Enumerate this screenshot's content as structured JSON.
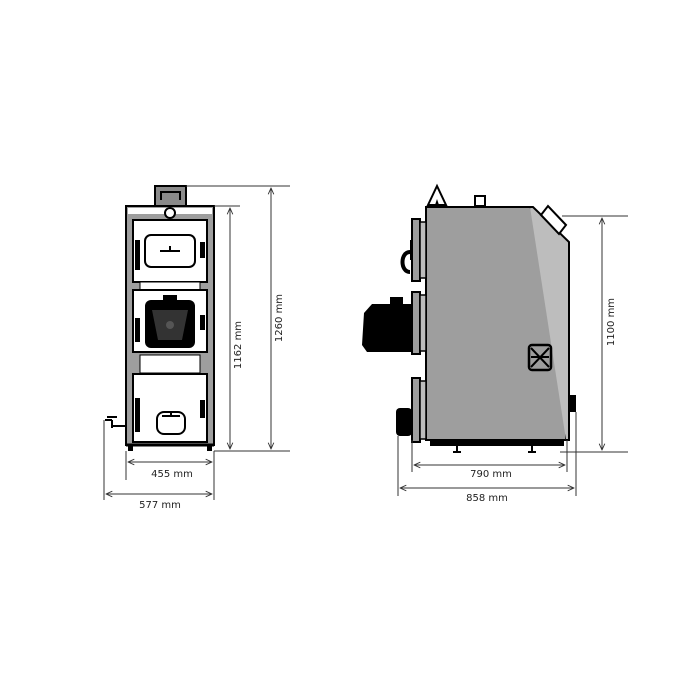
{
  "diagram": {
    "type": "technical-dimension-drawing",
    "subject": "boiler",
    "views": [
      {
        "name": "front-view",
        "dimensions": {
          "height_body": "1162 mm",
          "height_total": "1260 mm",
          "width_body": "455 mm",
          "width_total": "577 mm"
        }
      },
      {
        "name": "side-view",
        "dimensions": {
          "height": "1100 mm",
          "depth_body": "790 mm",
          "depth_total": "858 mm"
        }
      }
    ]
  },
  "labels": {
    "front_height_body": "1162 mm",
    "front_height_total": "1260 mm",
    "front_width_body": "455 mm",
    "front_width_total": "577 mm",
    "side_height": "1100 mm",
    "side_depth_body": "790 mm",
    "side_depth_total": "858 mm"
  },
  "colors": {
    "body_fill": "#9e9e9e",
    "outline": "#000000",
    "dimension_line": "#333333"
  }
}
